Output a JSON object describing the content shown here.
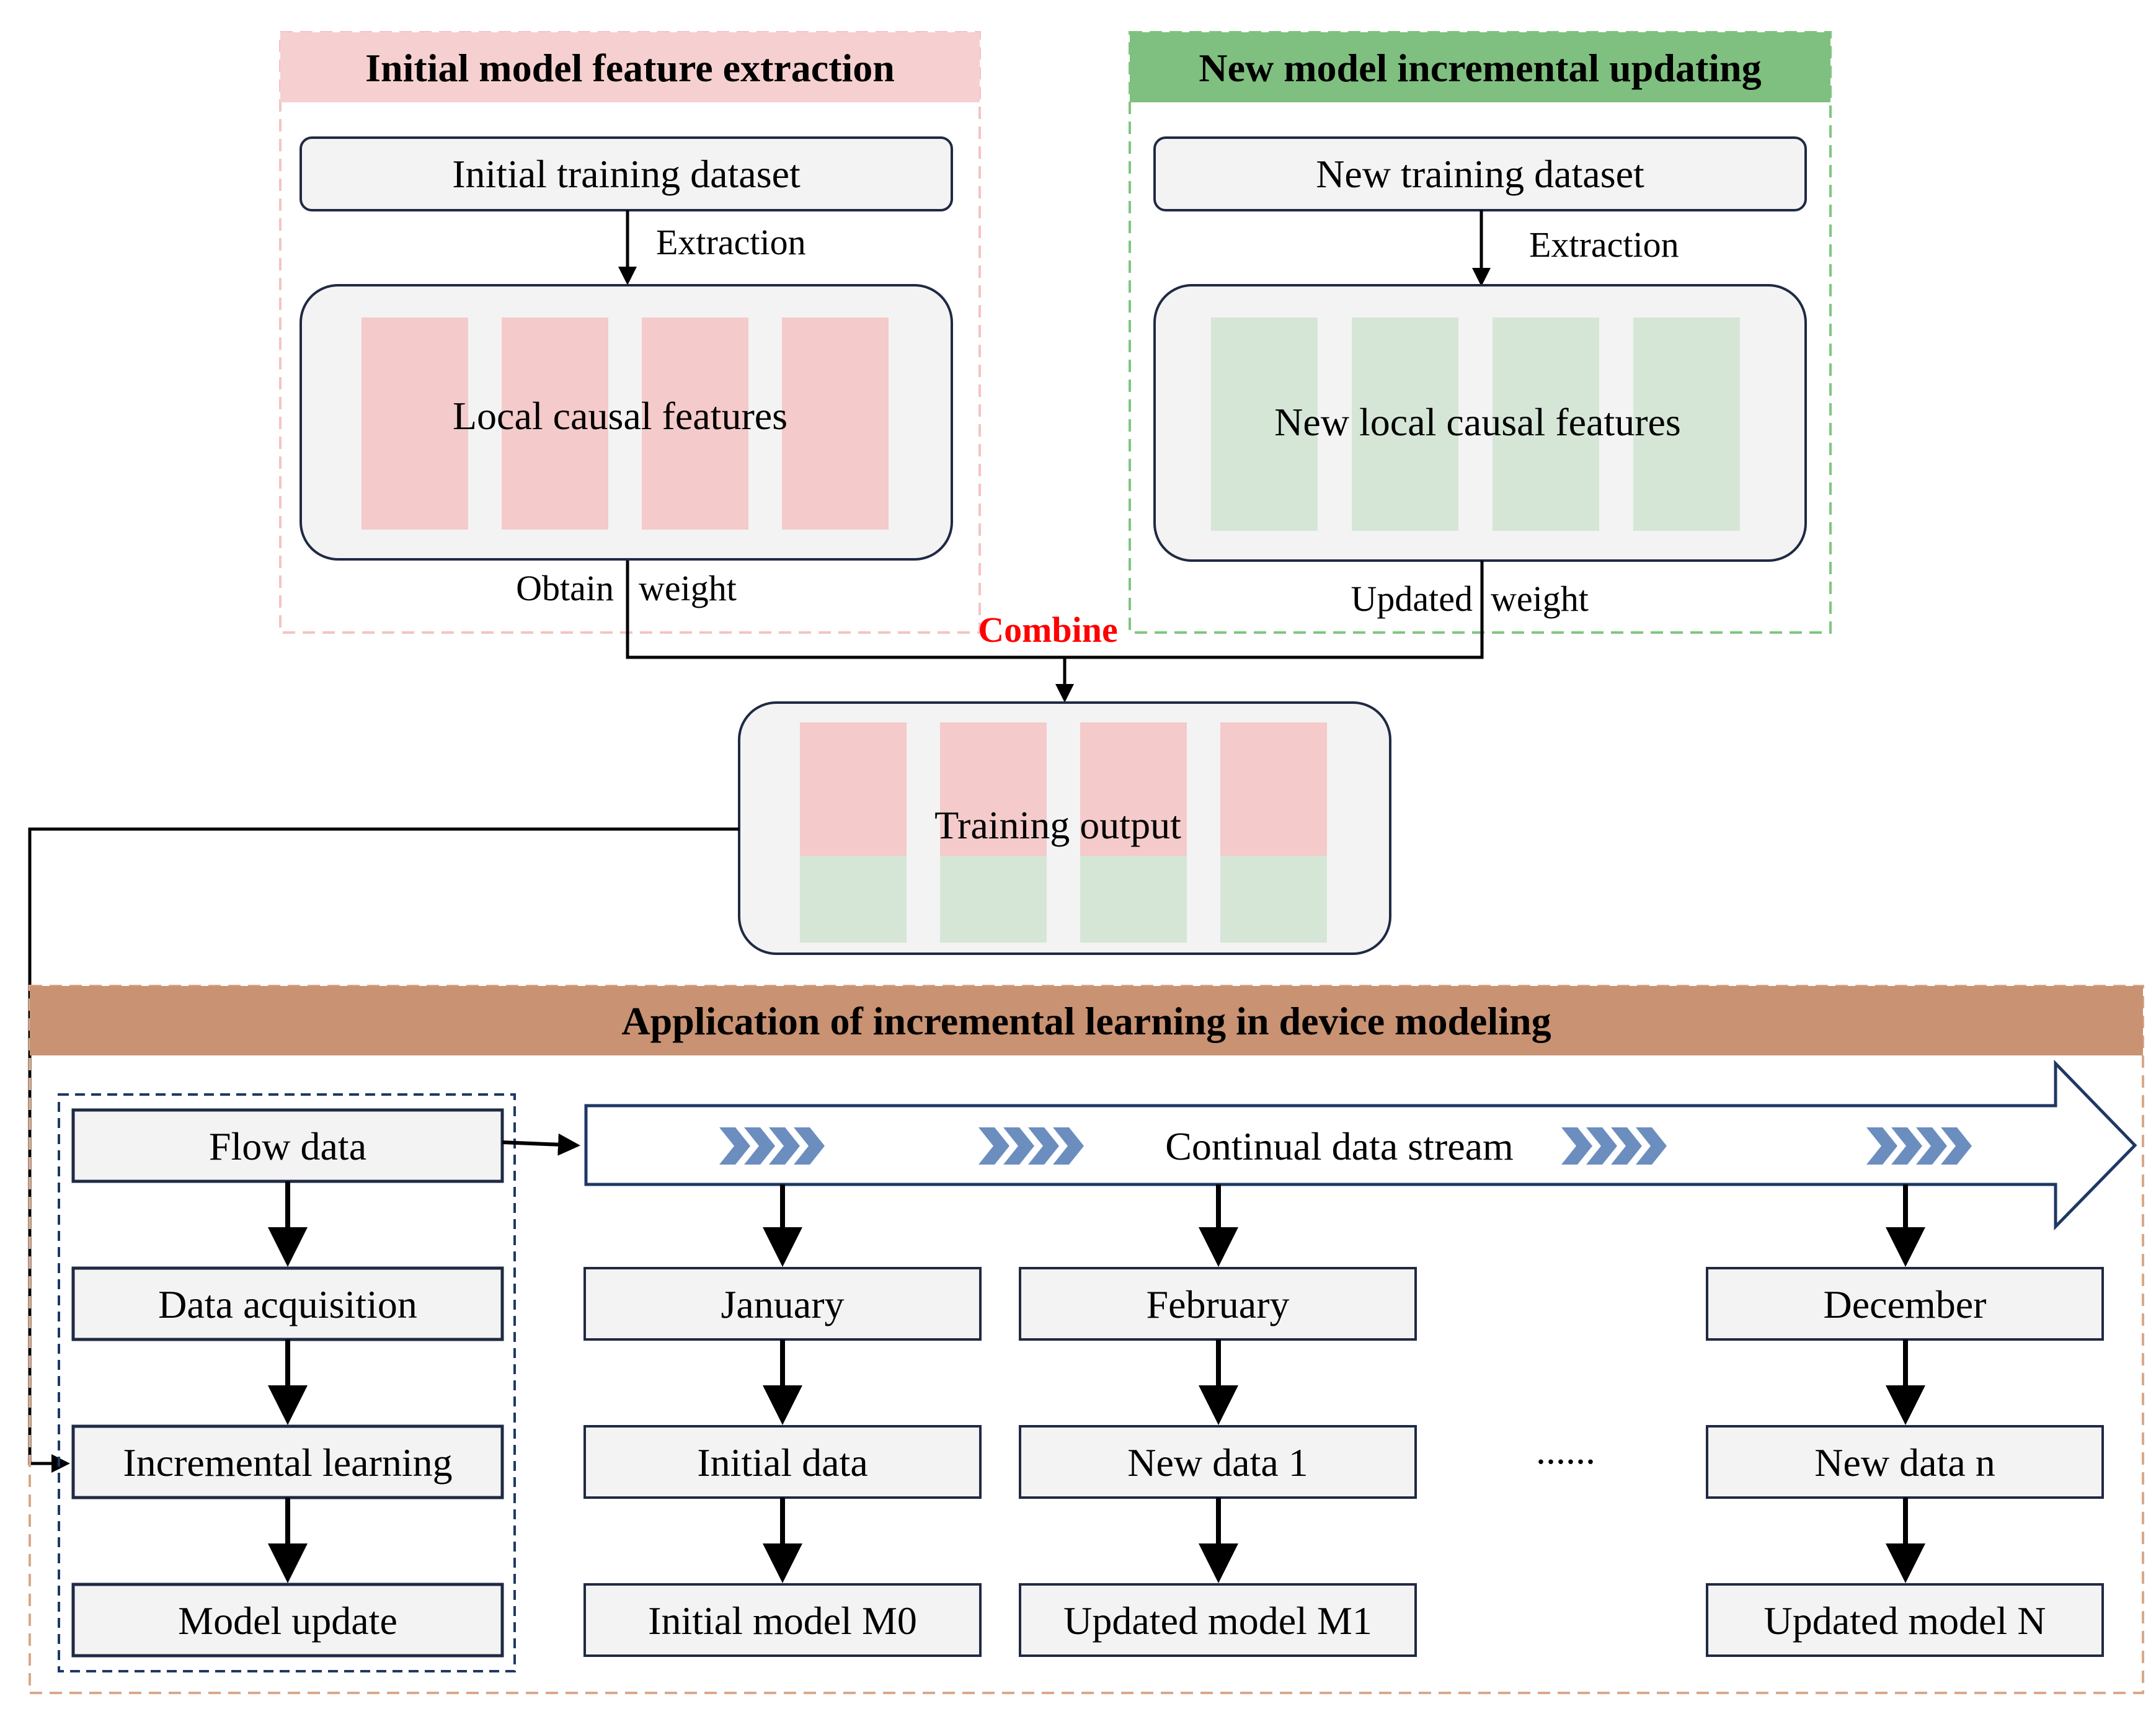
{
  "colors": {
    "pink_header": "#f6d0d0",
    "pink_block": "#f4caca",
    "pink_dash": "#f4c4c4",
    "green_header": "#7fbf7f",
    "green_block": "#d5e6d6",
    "green_dash": "#7fc77f",
    "panel_fill": "#f3f3f3",
    "bottom_header": "#c99272",
    "bottom_dash": "#d9a98a",
    "navy_dash": "#1f3864",
    "chevron": "#6b8ebf",
    "combine_red": "#ff0000"
  },
  "top_left": {
    "header": "Initial model feature extraction",
    "dataset": "Initial training dataset",
    "extraction": "Extraction",
    "features": "Local causal features",
    "obtain": "Obtain",
    "weight": "weight"
  },
  "top_right": {
    "header": "New model incremental updating",
    "dataset": "New training dataset",
    "extraction": "Extraction",
    "features": "New local causal features",
    "updated": "Updated",
    "weight": "weight"
  },
  "combine": "Combine",
  "training_output": "Training output",
  "bottom": {
    "header": "Application of incremental learning in device modeling",
    "flow": [
      "Flow data",
      "Data acquisition",
      "Incremental learning",
      "Model update"
    ],
    "stream": "Continual data stream",
    "ellipsis": "......",
    "columns": [
      {
        "month": "January",
        "data": "Initial data",
        "model": "Initial model M0"
      },
      {
        "month": "February",
        "data": "New data 1",
        "model": "Updated model M1"
      },
      {
        "month": "December",
        "data": "New data n",
        "model": "Updated model N"
      }
    ]
  }
}
